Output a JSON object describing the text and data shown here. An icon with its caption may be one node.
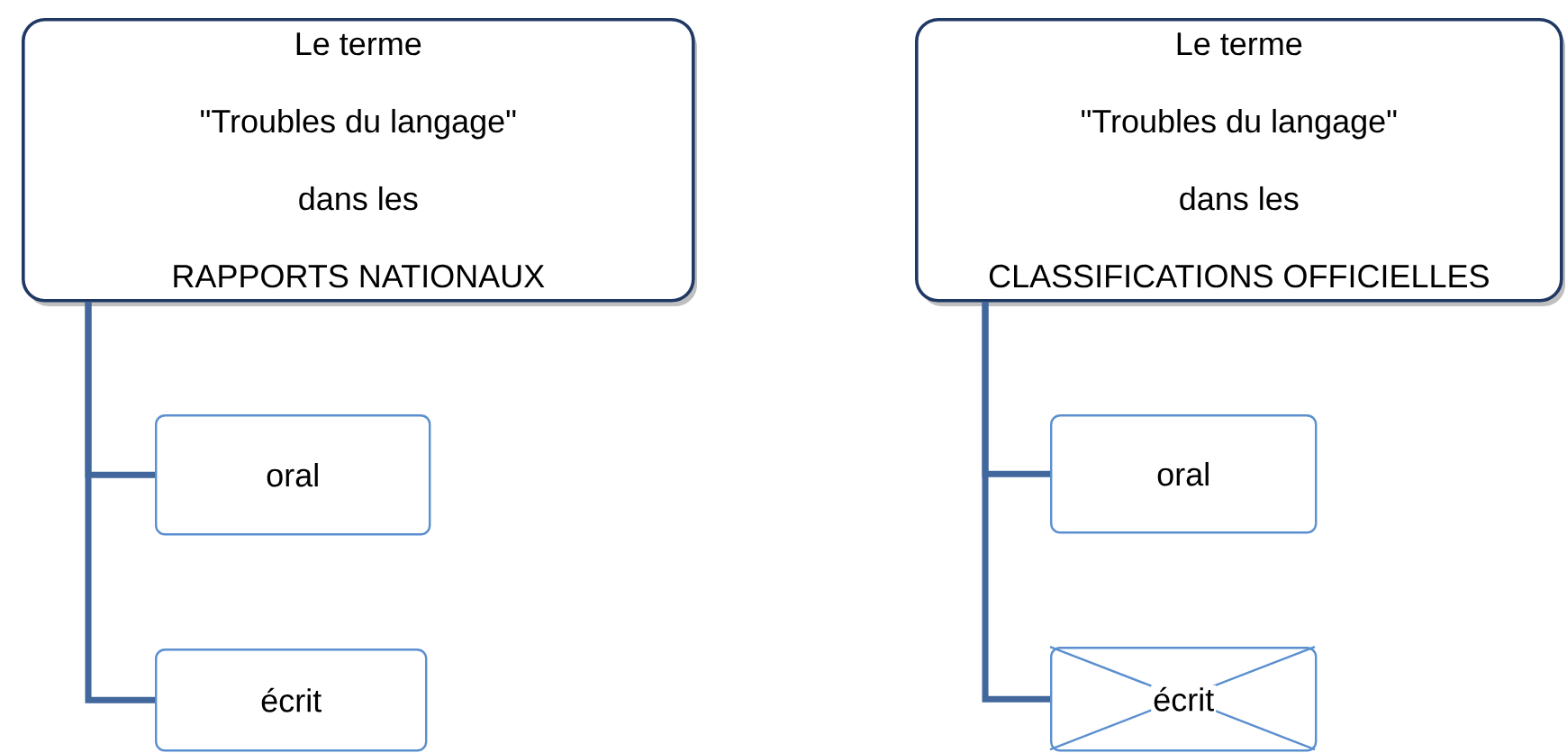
{
  "diagram": {
    "nodes": [
      {
        "text": [
          "Le terme",
          "\"Troubles du langage\"",
          "dans les",
          "RAPPORTS NATIONAUX"
        ]
      },
      {
        "text": [
          "oral"
        ]
      },
      {
        "text": [
          "écrit"
        ]
      },
      {
        "text": [
          "Le terme",
          "\"Troubles du langage\"",
          "dans les",
          "CLASSIFICATIONS OFFICIELLES"
        ]
      },
      {
        "text": [
          "oral"
        ]
      },
      {
        "text": [
          "écrit"
        ]
      }
    ],
    "edges": [
      {
        "from": 0,
        "to": 1,
        "arrow": "none"
      },
      {
        "from": 0,
        "to": 2,
        "arrow": "none"
      },
      {
        "from": 3,
        "to": 4,
        "arrow": "none"
      },
      {
        "from": 3,
        "to": 5,
        "arrow": "none"
      }
    ]
  }
}
